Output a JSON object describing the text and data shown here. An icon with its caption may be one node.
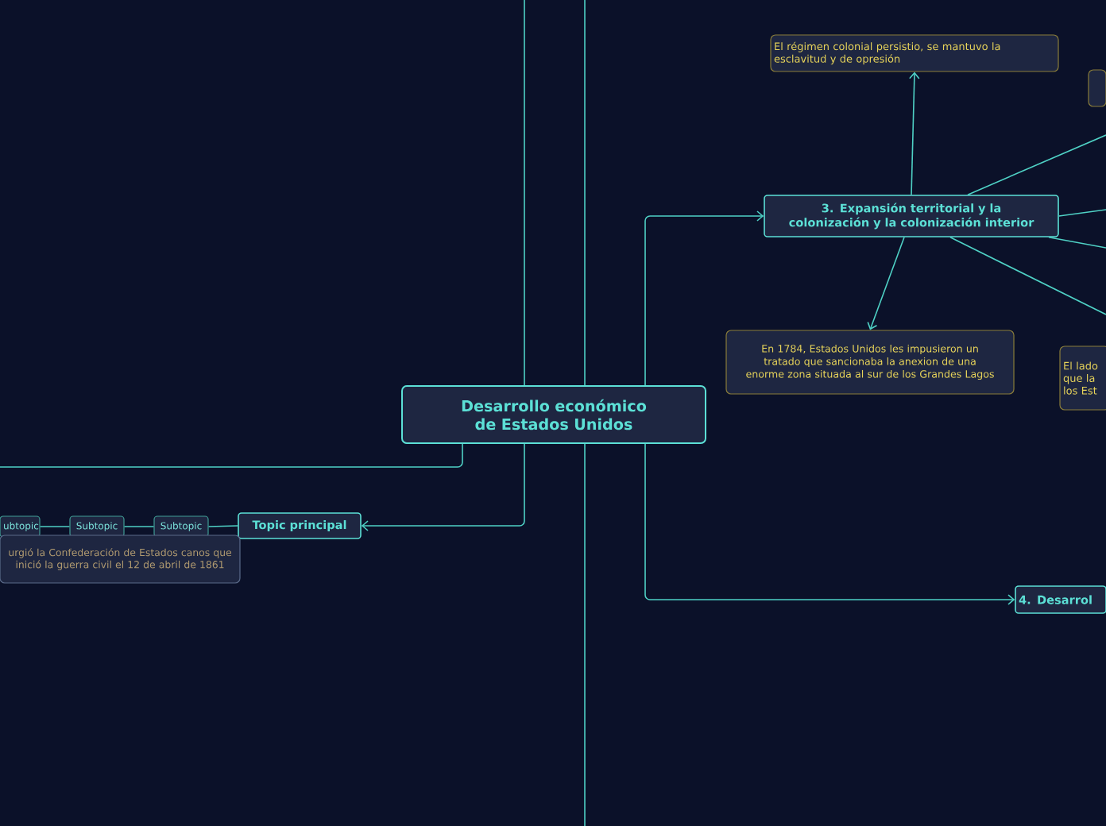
{
  "diagram": {
    "nodes": [
      {
        "text": [
          "Desarrollo económico de Estados Unidos"
        ]
      },
      {
        "text": [
          "3. Expansión territorial y la colonización y la colonización interior"
        ]
      },
      {
        "text": [
          "El régimen colonial persistio, se mantuvo la esclavitud y de opresión"
        ]
      },
      {
        "text": [],
        "shape": "box"
      },
      {
        "text": [
          "En 1784, Estados Unidos les impusieron un tratado que sancionaba la anexion de una enorme zona situada al sur de los Grandes Lagos"
        ]
      },
      {
        "text": [
          "El lado que la los Est"
        ]
      },
      {
        "text": [
          "4. Desarrol"
        ]
      },
      {
        "text": [
          "Topic principal"
        ]
      },
      {
        "text": [
          "Subtopic"
        ]
      },
      {
        "text": [
          "Subtopic"
        ]
      },
      {
        "text": [
          "ubtopic"
        ]
      },
      {
        "text": [
          "urgió la Confederación de Estados canos que inició la guerra civil el 12 de abril de 1861"
        ]
      }
    ],
    "edges": [
      {
        "from": 0,
        "to": 7,
        "arrow": "to"
      },
      {
        "from": 0,
        "to": 1,
        "arrow": "to"
      },
      {
        "from": 0,
        "to": 6,
        "arrow": "to"
      },
      {
        "from": 0,
        "to": null,
        "arrow": "none"
      },
      {
        "from": 0,
        "to": null,
        "arrow": "none"
      },
      {
        "from": 0,
        "to": null,
        "arrow": "none"
      },
      {
        "from": 0,
        "to": null,
        "arrow": "none"
      },
      {
        "from": 1,
        "to": 2,
        "arrow": "to"
      },
      {
        "from": 1,
        "to": 4,
        "arrow": "to"
      },
      {
        "from": 1,
        "to": null,
        "arrow": "none"
      },
      {
        "from": 1,
        "to": null,
        "arrow": "none"
      },
      {
        "from": 1,
        "to": null,
        "arrow": "none"
      },
      {
        "from": 1,
        "to": null,
        "arrow": "none"
      },
      {
        "from": 7,
        "to": 8,
        "arrow": "none"
      },
      {
        "from": 8,
        "to": 9,
        "arrow": "none"
      },
      {
        "from": 9,
        "to": 10,
        "arrow": "none"
      }
    ]
  }
}
